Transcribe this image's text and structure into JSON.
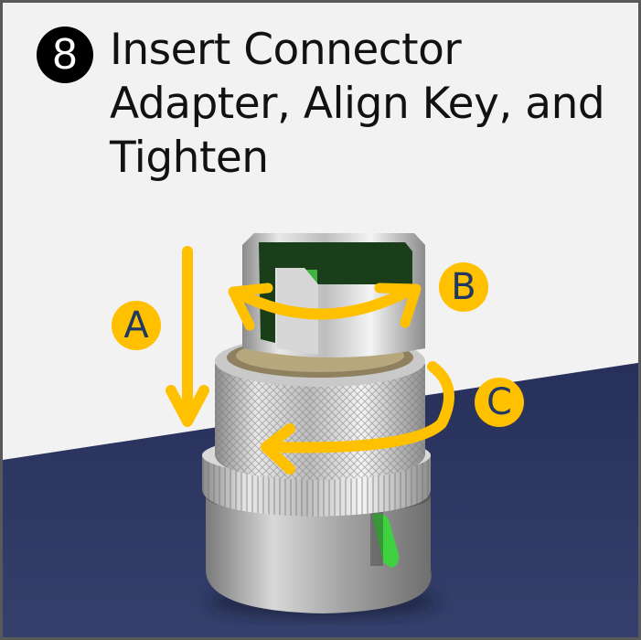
{
  "step": {
    "number": "8",
    "title": "Insert Connector Adapter, Align Key, and Tighten"
  },
  "labels": {
    "a": "A",
    "b": "B",
    "c": "C"
  },
  "colors": {
    "background_light": "#f2f2f2",
    "background_dark": "#2f3a63",
    "arrow": "#ffc000",
    "label_text": "#1f3864",
    "badge": "#000000",
    "key_green": "#3fd13f"
  },
  "icons": {
    "arrow_a": "down-arrow-icon",
    "arrow_b": "double-curved-arrow-icon",
    "arrow_c": "curved-arrow-icon"
  }
}
